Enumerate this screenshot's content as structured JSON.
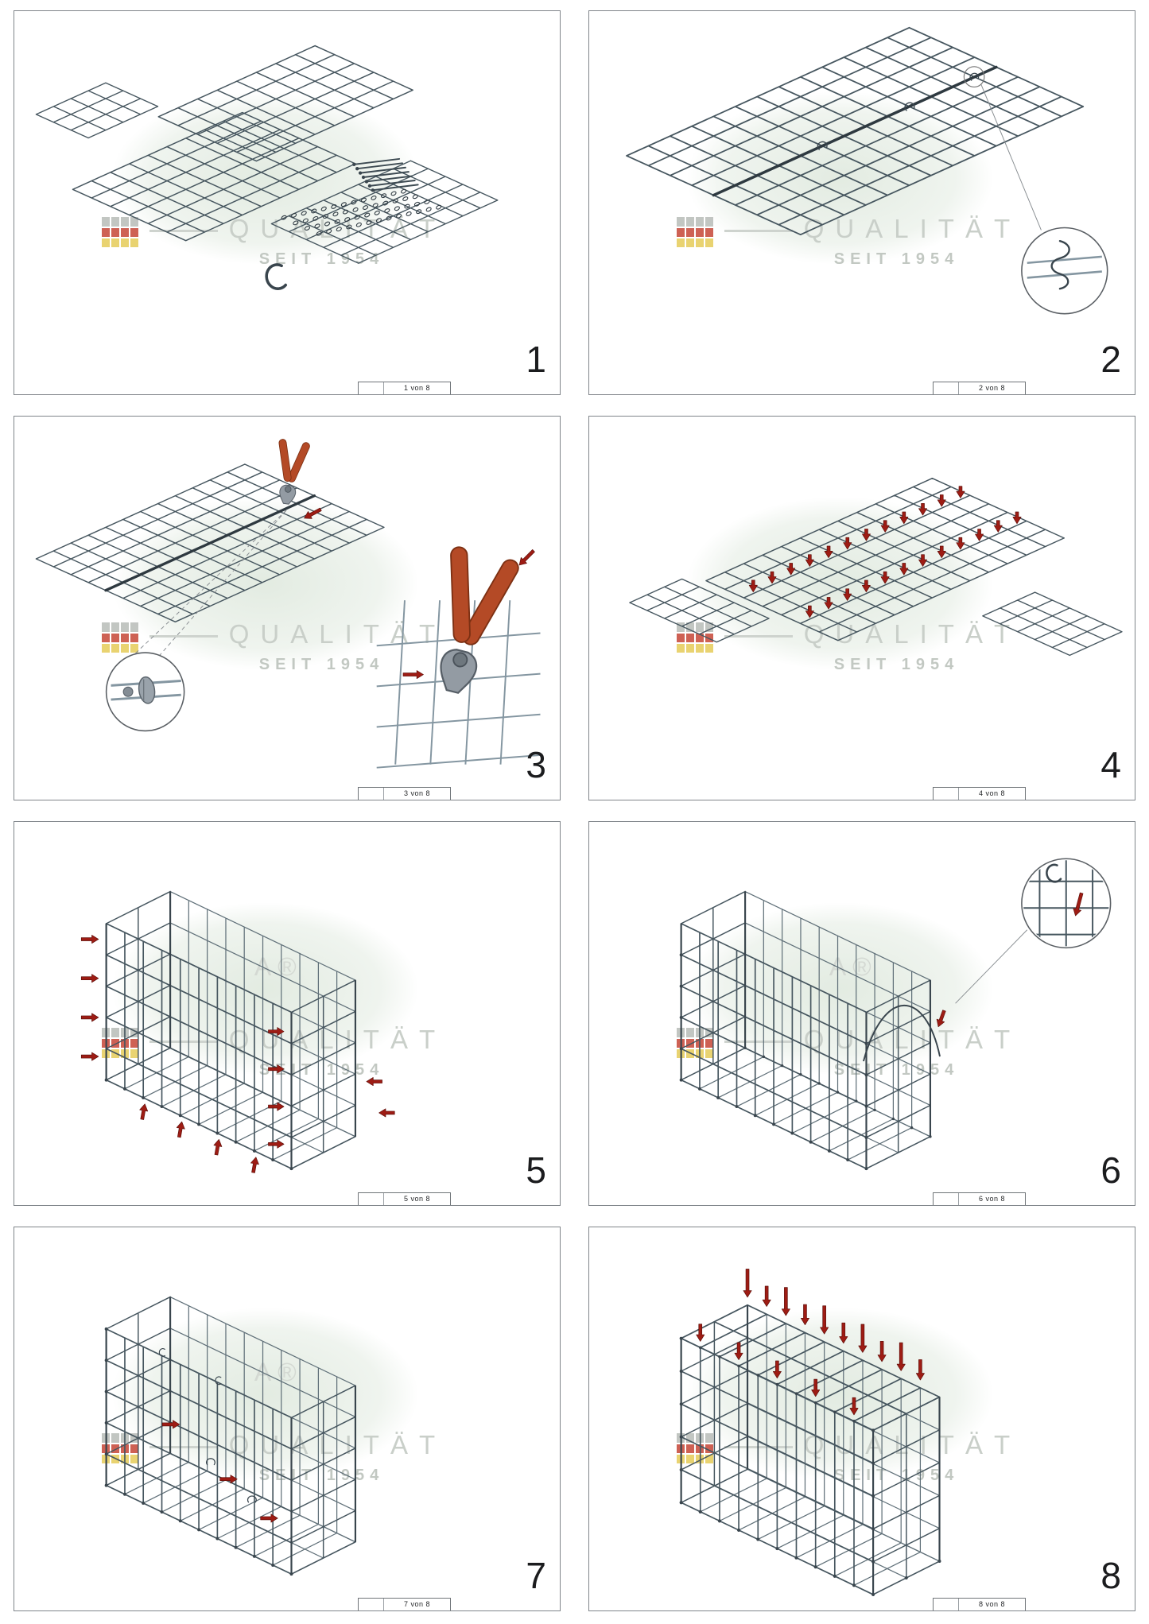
{
  "document": {
    "type": "gabion-assembly-instructions",
    "sheet_count": 8
  },
  "watermark": {
    "title": "QUALITÄT",
    "subtitle": "SEIT 1954",
    "fragment": "A®",
    "logo_colors": {
      "gray": "#b4b8b4",
      "red": "#c23a2a",
      "yellow": "#e4c94e"
    }
  },
  "colors": {
    "mesh": "#46565f",
    "mesh_light": "#5f6f78",
    "steel": "#8496a1",
    "hook": "#39454d",
    "arrow_red": "#9e1c14",
    "arrow_dark": "#5f100b",
    "tool_handle": "#b44a26",
    "tool_metal": "#939ba3",
    "border": "#80858a",
    "number": "#1b1c1e"
  },
  "panels": [
    {
      "number": "1",
      "sheet_label": "1 von 8",
      "alt": "Kit contents: four flat mesh panels, steel rods, a field of spiral clips and one C-hook"
    },
    {
      "number": "2",
      "sheet_label": "2 von 8",
      "alt": "Mesh panels joined flat along a seam; magnifier circle shows the spiral on two wires"
    },
    {
      "number": "3",
      "sheet_label": "3 von 8",
      "alt": "Pliers crimping clips on the joined mesh seam; magnifier circle shows a crimped clip; large pliers with red arrows"
    },
    {
      "number": "4",
      "sheet_label": "4 von 8",
      "alt": "Flat cross-shaped mesh with two rows of red arrows marking the fold lines"
    },
    {
      "number": "5",
      "sheet_label": "5 von 8",
      "alt": "Walls folded up into an open basket; red arrows mark the edges to be joined"
    },
    {
      "number": "6",
      "sheet_label": "6 von 8",
      "alt": "Open basket with magnifier circle showing a C-hook closing an edge, red arrow pressing down"
    },
    {
      "number": "7",
      "sheet_label": "7 von 8",
      "alt": "Open basket with red arrows showing clips being set on inner edges"
    },
    {
      "number": "8",
      "sheet_label": "8 von 8",
      "alt": "Closed basket with lid; rows of red arrows press the lid down"
    }
  ]
}
